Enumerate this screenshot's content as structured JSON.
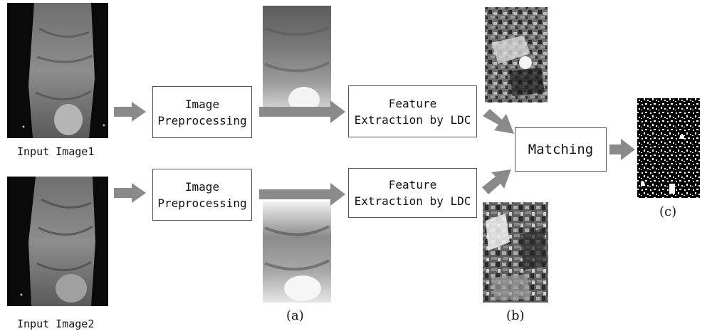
{
  "inputs": {
    "image1_label": "Input Image1",
    "image2_label": "Input Image2"
  },
  "steps": {
    "preprocess_line1": "Image",
    "preprocess_line2": "Preprocessing",
    "feature_line1": "Feature",
    "feature_line2": "Extraction by LDC",
    "matching": "Matching"
  },
  "captions": {
    "a": "(a)",
    "b": "(b)",
    "c": "(c)"
  },
  "colors": {
    "arrow": "#8a8a8a",
    "box_border": "#555555"
  }
}
